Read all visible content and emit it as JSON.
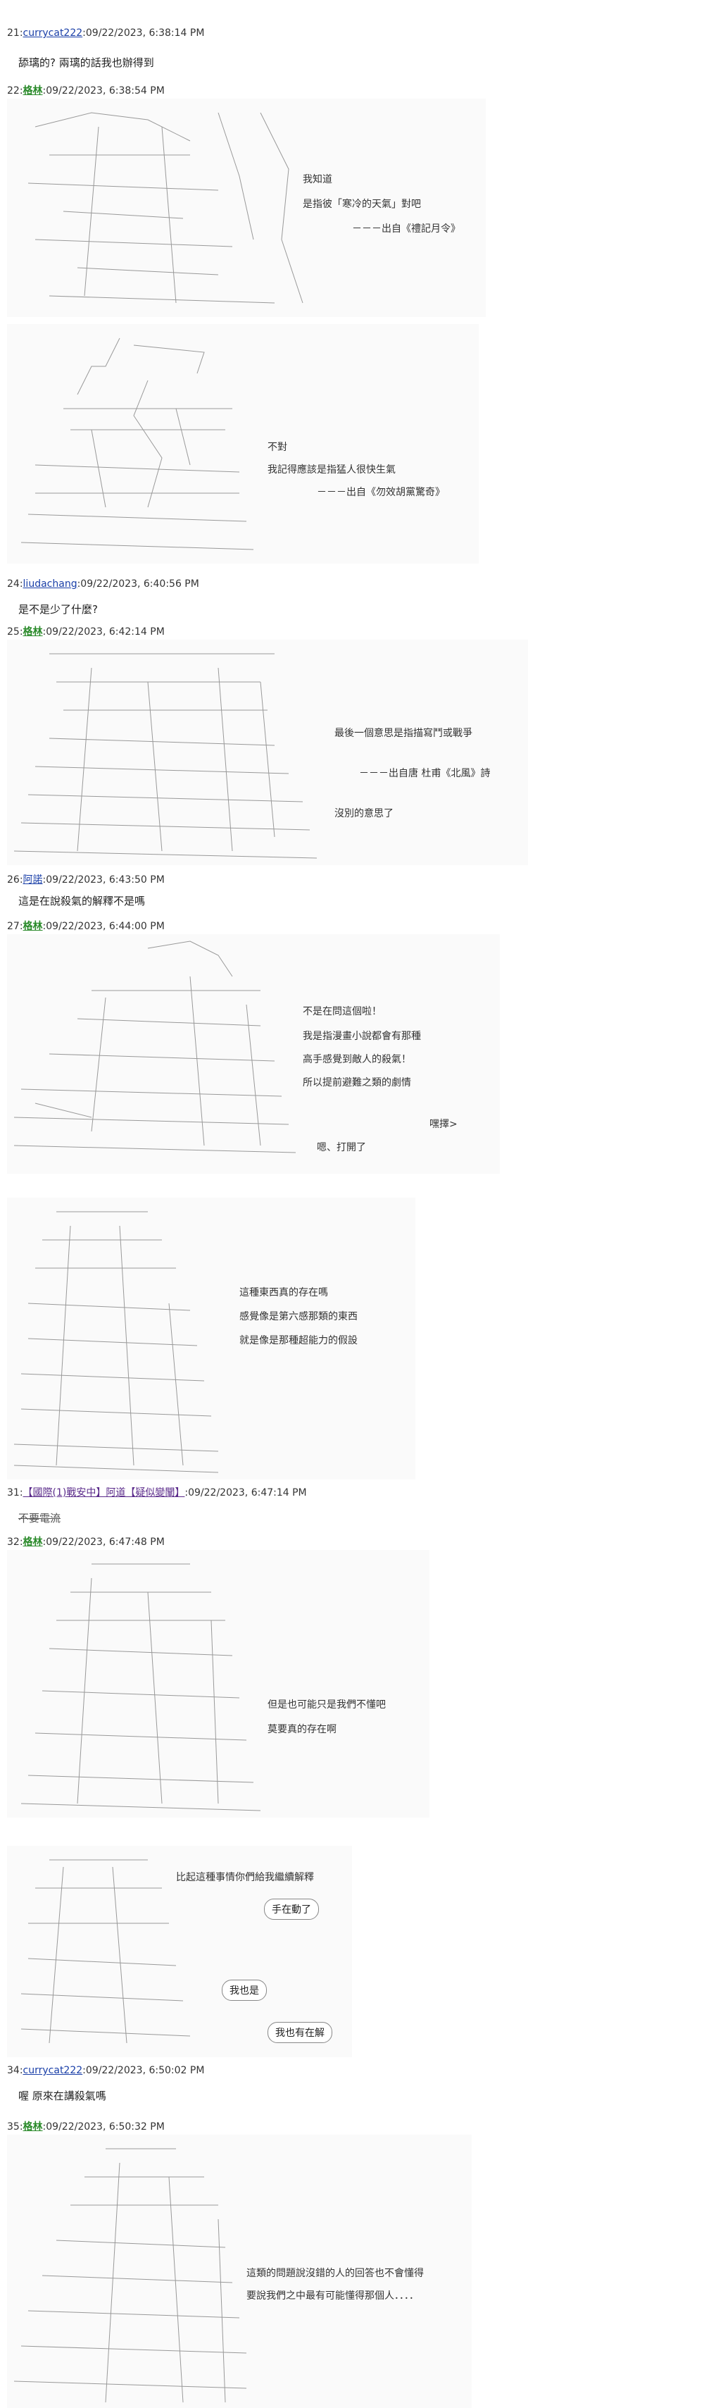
{
  "posts": [
    {
      "id": "p21",
      "num": "21",
      "name": "currycat222",
      "ts": ":09/22/2023, 6:38:14 PM",
      "reply": "舔璃的? 兩璃的話我也辦得到"
    },
    {
      "id": "p22",
      "num": "22",
      "name": "格林",
      "ts": ":09/22/2023, 6:38:54 PM",
      "panels": [
        {
          "lines": [
            "我知道",
            "是指彼「寒冷的天氣」對吧",
            "－－－出自《禮記月令》"
          ]
        },
        {
          "lines": [
            "不對",
            "我記得應該是指猛人很快生氣",
            "－－－出自《勿效胡黨驚奇》"
          ]
        }
      ]
    },
    {
      "id": "p24",
      "num": "24",
      "name": "liudachang",
      "ts": ":09/22/2023, 6:40:56 PM",
      "reply": "是不是少了什麼?"
    },
    {
      "id": "p25",
      "num": "25",
      "name": "格林",
      "ts": ":09/22/2023, 6:42:14 PM",
      "panels": [
        {
          "lines": [
            "最後一個意思是指描寫鬥或戰爭",
            "－－－出自唐 杜甫《北風》詩",
            "沒別的意思了"
          ]
        }
      ]
    },
    {
      "id": "p26",
      "num": "26",
      "name": "阿諾",
      "ts": ":09/22/2023, 6:43:50 PM",
      "reply": "這是在說殺氣的解釋不是嗎"
    },
    {
      "id": "p27",
      "num": "27",
      "name": "格林",
      "ts": ":09/22/2023, 6:44:00 PM",
      "panels": [
        {
          "lines": [
            "不是在問這個啦！",
            "我是指漫畫小說都會有那種",
            "高手感覺到敵人的殺氣！",
            "所以提前避難之類的劇情"
          ],
          "aside": "嘿擇>",
          "aside2": "嗯、打開了"
        },
        {
          "lines": [
            "這種東西真的存在嗎",
            "感覺像是第六感那類的東西",
            "就是像是那種超能力的假設"
          ]
        }
      ]
    },
    {
      "id": "p31",
      "num": "31",
      "name": "【國際(1)戰安中】阿道【疑似變闡】",
      "ts": ":09/22/2023, 6:47:14 PM",
      "reply": "不要電流"
    },
    {
      "id": "p32",
      "num": "32",
      "name": "格林",
      "ts": ":09/22/2023, 6:47:48 PM",
      "panels": [
        {
          "lines": [
            "但是也可能只是我們不懂吧",
            "莫要真的存在啊"
          ]
        },
        {
          "lines": [
            "比起這種事情你們給我繼續解釋"
          ],
          "bubbles": [
            "手在動了",
            "我也是",
            "我也有在解"
          ]
        }
      ]
    },
    {
      "id": "p34",
      "num": "34",
      "name": "currycat222",
      "ts": ":09/22/2023, 6:50:02 PM",
      "reply": "喔 原來在講殺氣嗎"
    },
    {
      "id": "p35",
      "num": "35",
      "name": "格林",
      "ts": ":09/22/2023, 6:50:32 PM",
      "panels": [
        {
          "lines": [
            "這類的問題說沒錯的人的回答也不會懂得",
            "要說我們之中最有可能懂得那個人．．．．"
          ]
        }
      ]
    }
  ]
}
